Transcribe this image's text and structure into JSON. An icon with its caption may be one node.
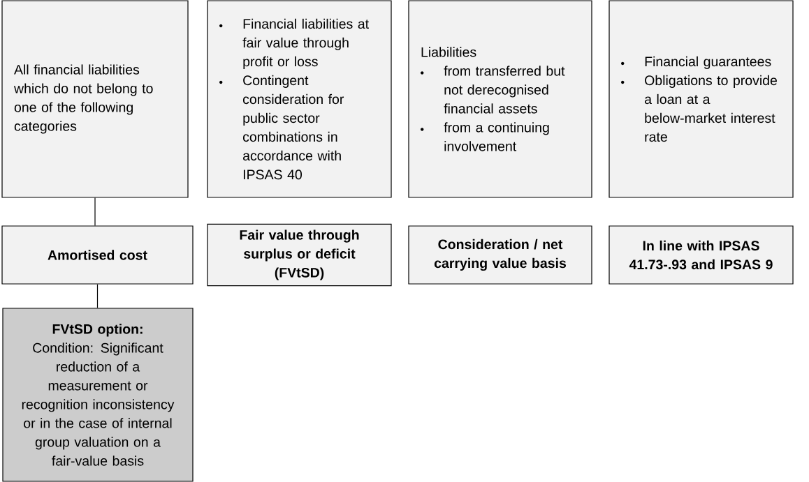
{
  "diagram": {
    "nodes": [
      {
        "text": [
          "All financial liabilities which do not belong to one of the following categories"
        ]
      },
      {
        "text": [
          "Financial liabilities at fair value through profit or loss",
          "Contingent consideration for public sector combinations in accordance with IPSAS 40"
        ]
      },
      {
        "text": [
          "Liabilities",
          "from transferred but not derecognised financial assets",
          "from a continuing involvement"
        ]
      },
      {
        "text": [
          "Financial guarantees",
          "Obligations to provide a loan at a below-market interest rate"
        ]
      },
      {
        "text": [
          "Amortised cost"
        ]
      },
      {
        "text": [
          "Fair value through surplus or deficit (FVtSD)"
        ]
      },
      {
        "text": [
          "Consideration / net carrying value basis"
        ]
      },
      {
        "text": [
          "In line with IPSAS 41.73-.93 and IPSAS 9"
        ]
      },
      {
        "text": [
          "FVtSD option:",
          "Condition: Significant reduction of a measurement or recognition inconsistency or in the case of internal group valuation on a fair-value basis"
        ]
      }
    ],
    "edges": [
      {
        "from": 0,
        "to": 4,
        "arrow": "none"
      },
      {
        "from": 4,
        "to": 8,
        "arrow": "none"
      }
    ]
  }
}
